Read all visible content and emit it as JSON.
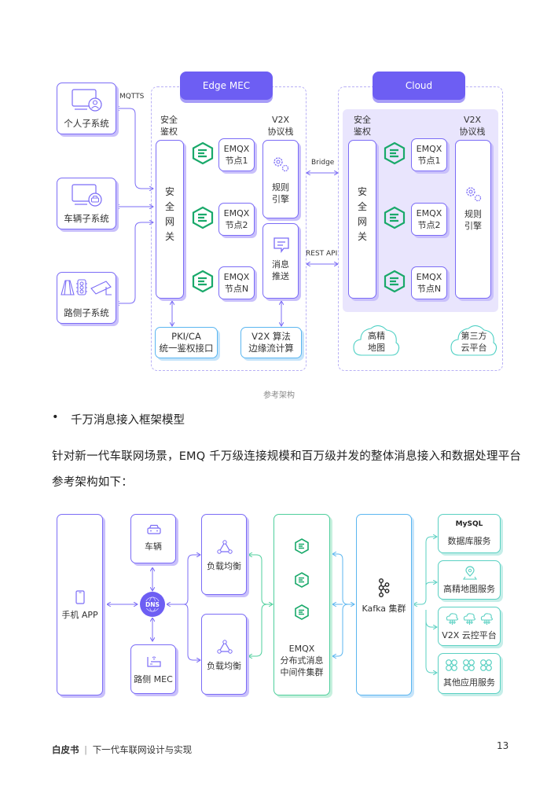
{
  "diagram1": {
    "edge_title": "Edge MEC",
    "cloud_title": "Cloud",
    "left_systems": [
      {
        "label": "个人子系统",
        "icon": "monitor-user-icon"
      },
      {
        "label": "车辆子系统",
        "icon": "monitor-car-icon"
      },
      {
        "label": "路侧子系统",
        "icon": "roadside-devices-icon"
      }
    ],
    "mqtts_label": "MQTTS",
    "bridge_label": "Bridge",
    "rest_label": "REST API",
    "edge": {
      "auth_heading": "安全\n鉴权",
      "gateway_label": "安全网关",
      "v2x_heading": "V2X\n协议栈",
      "nodes": [
        "EMQX\n节点1",
        "EMQX\n节点2",
        "EMQX\n节点N"
      ],
      "rule_engine": "规则\n引擎",
      "msg_push": "消息\n推送",
      "pki": "PKI/CA\n统一鉴权接口",
      "v2x_algo": "V2X 算法\n边缘流计算"
    },
    "cloud": {
      "auth_heading": "安全\n鉴权",
      "gateway_label": "安全网关",
      "v2x_heading": "V2X\n协议栈",
      "nodes": [
        "EMQX\n节点1",
        "EMQX\n节点2",
        "EMQX\n节点N"
      ],
      "rule_engine": "规则\n引擎",
      "hd_map": "高精\n地图",
      "third_party": "第三方\n云平台"
    },
    "caption": "参考架构"
  },
  "section": {
    "bullet": "•",
    "bullet_title": "千万消息接入框架模型",
    "paragraph_line1": "针对新一代车联网场景，EMQ  千万级连接规模和百万级并发的整体消息接入和数据处理平台",
    "paragraph_line2": "参考架构如下："
  },
  "diagram2": {
    "phone_app": "手机 APP",
    "vehicle": "车辆",
    "roadside_mec": "路侧 MEC",
    "dns": "DNS",
    "load_balancer_1": "负载均衡",
    "load_balancer_2": "负载均衡",
    "emqx_cluster": "EMQX\n分布式消息\n中间件集群",
    "kafka": "Kafka 集群",
    "services": [
      {
        "label": "数据库服务",
        "icon": "mysql-icon",
        "icon_text": "MySQL"
      },
      {
        "label": "高精地图服务",
        "icon": "map-pin-icon"
      },
      {
        "label": "V2X 云控平台",
        "icon": "cloud-network-icon"
      },
      {
        "label": "其他应用服务",
        "icon": "app-grid-icon"
      }
    ]
  },
  "footer": {
    "brand": "白皮书",
    "separator": "|",
    "title": "下一代车联网设计与实现",
    "page_number": "13"
  },
  "colors": {
    "primary": "#6d5ef3",
    "emqx_green": "#19a96a",
    "teal": "#5ad0c2",
    "blue": "#5bb6f0"
  }
}
